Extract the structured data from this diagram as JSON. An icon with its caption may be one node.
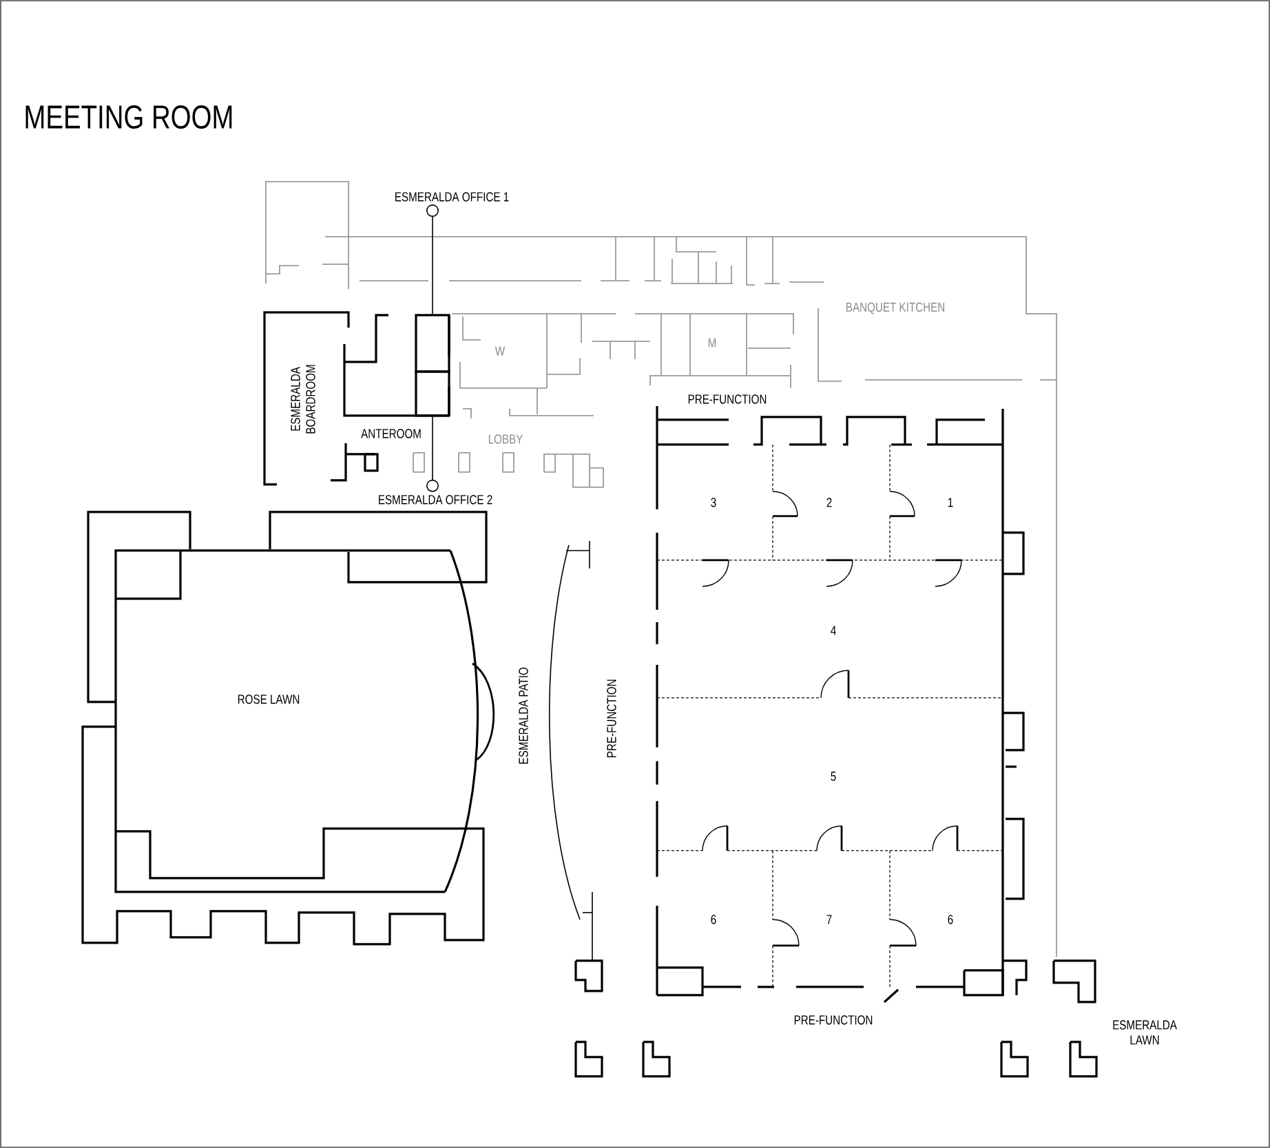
{
  "diagram": {
    "title": "MEETING ROOM",
    "nodes": [
      {
        "text": [
          "ESMERALDA OFFICE 1"
        ]
      },
      {
        "text": [
          "ESMERALDA OFFICE 2"
        ]
      },
      {
        "text": [],
        "shape": "box"
      },
      {
        "text": [],
        "shape": "box"
      }
    ],
    "edges": [
      {
        "from": 0,
        "to": 2,
        "arrow": "other"
      },
      {
        "from": 1,
        "to": 3,
        "arrow": "other"
      }
    ],
    "labels": [
      "BANQUET KITCHEN",
      "W",
      "M",
      "PRE-FUNCTION",
      "ESMERALDA BOARDROOM",
      "ANTEROOM",
      "LOBBY",
      "3",
      "2",
      "1",
      "4",
      "ROSE LAWN",
      "ESMERALDA PATIO",
      "PRE-FUNCTION",
      "5",
      "6",
      "7",
      "6",
      "PRE-FUNCTION",
      "ESMERALDA LAWN"
    ]
  }
}
